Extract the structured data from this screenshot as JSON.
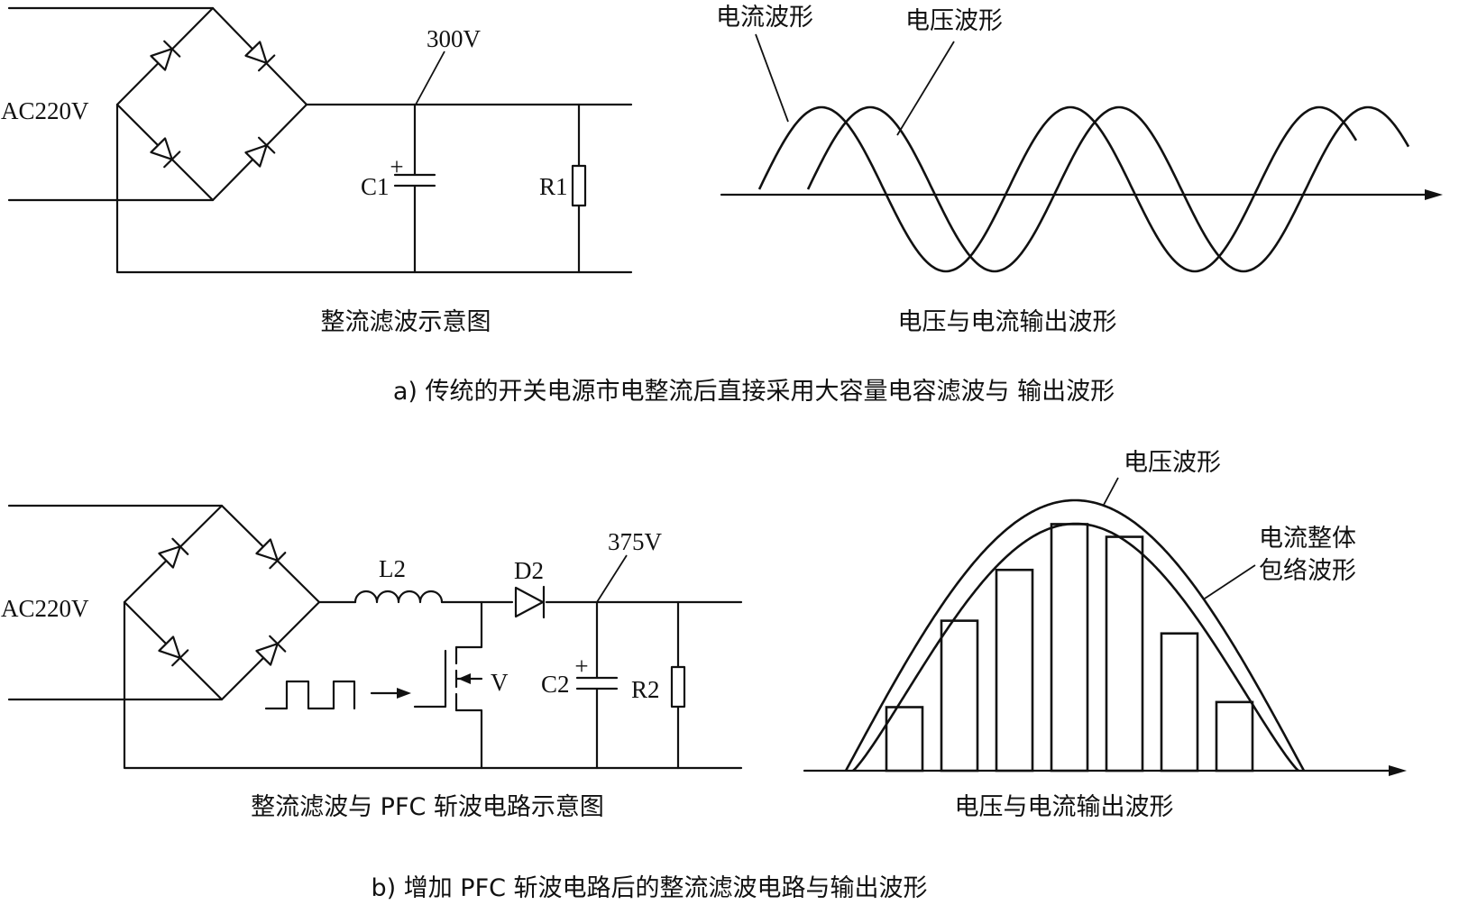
{
  "part_a": {
    "circuit": {
      "input_label": "AC220V",
      "node_voltage": "300V",
      "capacitor_label": "C1",
      "capacitor_polarity": "+",
      "resistor_label": "R1",
      "caption": "整流滤波示意图"
    },
    "waveform": {
      "current_label": "电流波形",
      "voltage_label": "电压波形",
      "caption": "电压与电流输出波形"
    },
    "caption": "a) 传统的开关电源市电整流后直接采用大容量电容滤波与 输出波形"
  },
  "part_b": {
    "circuit": {
      "input_label": "AC220V",
      "inductor_label": "L2",
      "diode_label": "D2",
      "node_voltage": "375V",
      "transistor_label": "V",
      "capacitor_label": "C2",
      "capacitor_polarity": "+",
      "resistor_label": "R2",
      "caption": "整流滤波与 PFC 斩波电路示意图"
    },
    "waveform": {
      "voltage_label": "电压波形",
      "envelope_label_line1": "电流整体",
      "envelope_label_line2": "包络波形",
      "caption": "电压与电流输出波形",
      "bar_levels": [
        0.25,
        0.59,
        0.79,
        0.97,
        0.92,
        0.54,
        0.27
      ]
    },
    "caption": "b) 增加 PFC 斩波电路后的整流滤波电路与输出波形"
  }
}
